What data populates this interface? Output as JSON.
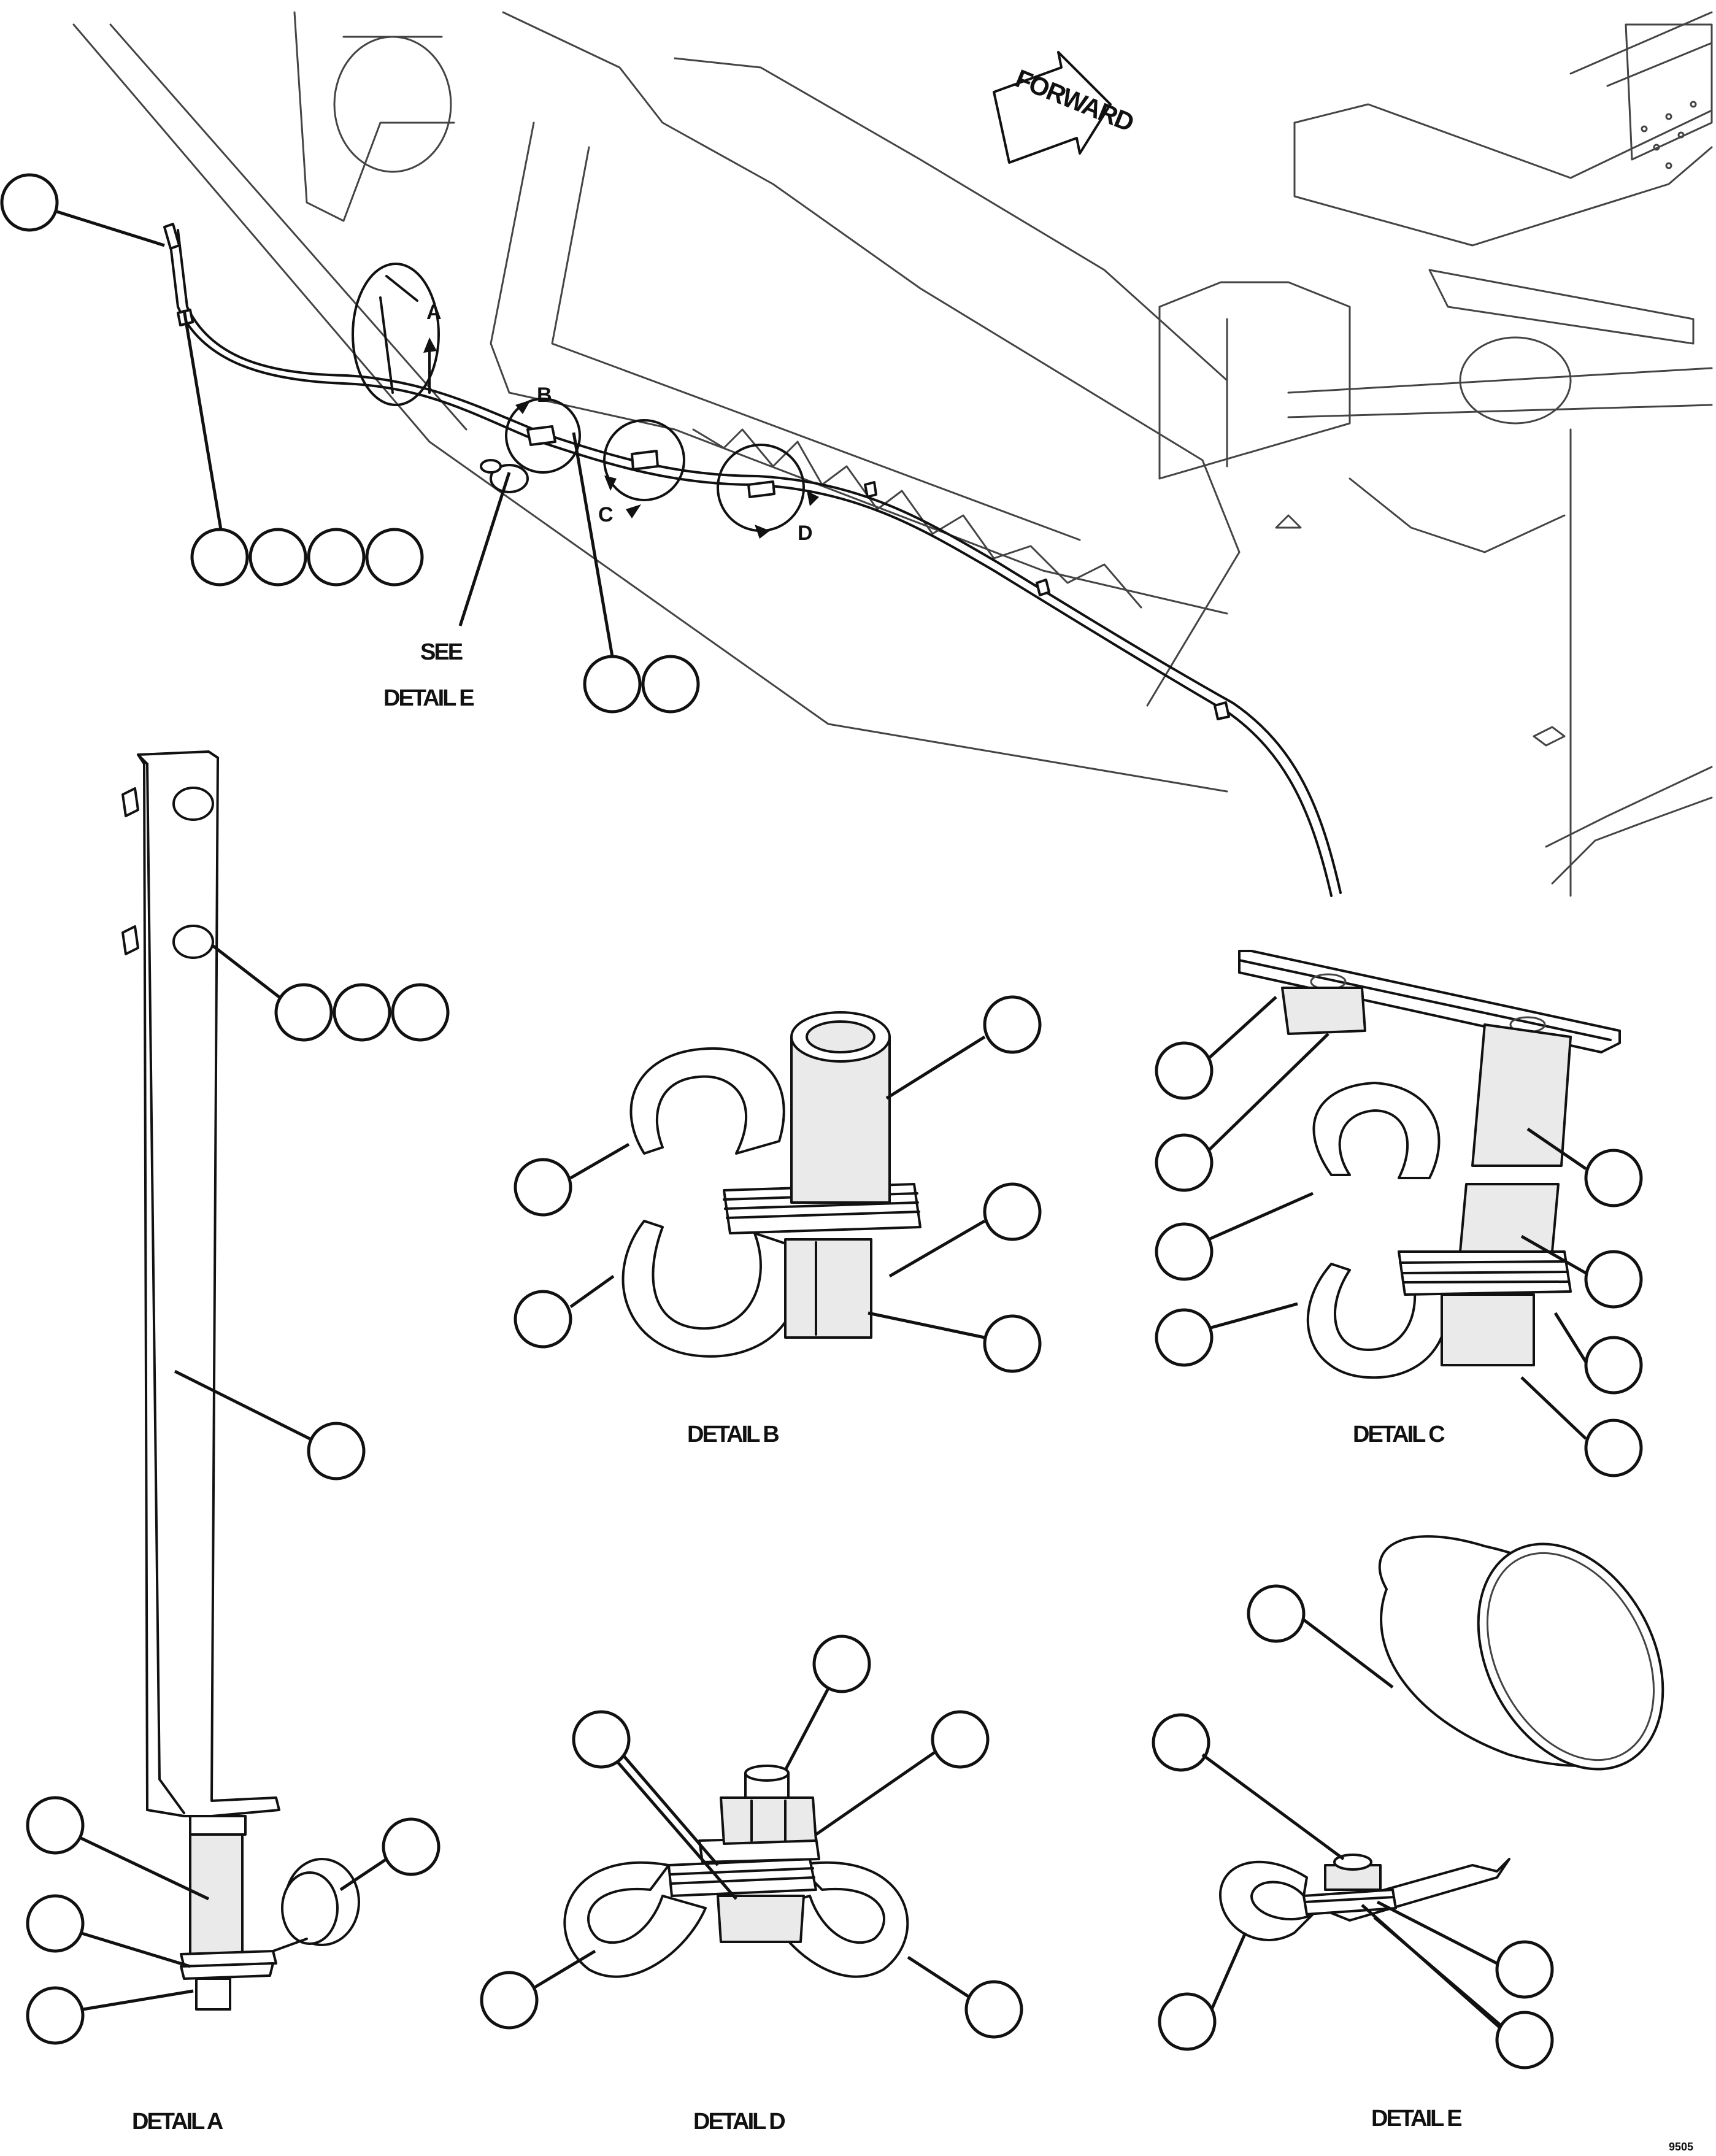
{
  "orientation_label": "FORWARD",
  "view_letters": {
    "a": "A",
    "b": "B",
    "c": "C",
    "d": "D"
  },
  "see_detail_line1": "SEE",
  "see_detail_line2": "DETAIL E",
  "detail_titles": {
    "a": "DETAIL A",
    "b": "DETAIL B",
    "c": "DETAIL C",
    "d": "DETAIL D",
    "e": "DETAIL E"
  },
  "drawing_code": "9505"
}
